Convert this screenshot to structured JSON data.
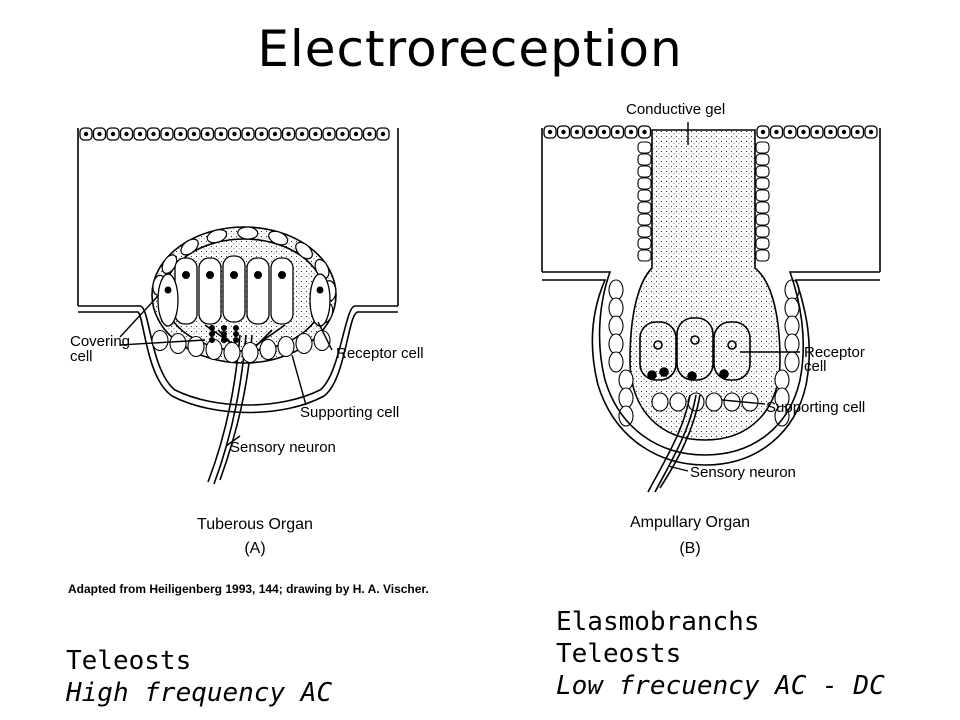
{
  "title": "Electroreception",
  "panel_a": {
    "labels": {
      "covering_cell": "Covering\ncell",
      "receptor_cell": "Receptor cell",
      "supporting_cell": "Supporting cell",
      "sensory_neuron": "Sensory neuron"
    },
    "organ": "Tuberous Organ",
    "letter": "(A)"
  },
  "panel_b": {
    "labels": {
      "conductive_gel": "Conductive gel",
      "receptor_cell": "Receptor\ncell",
      "supporting_cell": "Supporting cell",
      "sensory_neuron": "Sensory neuron"
    },
    "organ": "Ampullary Organ",
    "letter": "(B)"
  },
  "credit": "Adapted from Heiligenberg 1993, 144; drawing by H. A. Vischer.",
  "notes_left": {
    "line1": "Teleosts",
    "line2": "High frequency AC"
  },
  "notes_right": {
    "line1": "Elasmobranchs",
    "line2": "Teleosts",
    "line3": "Low frecuency AC - DC"
  }
}
